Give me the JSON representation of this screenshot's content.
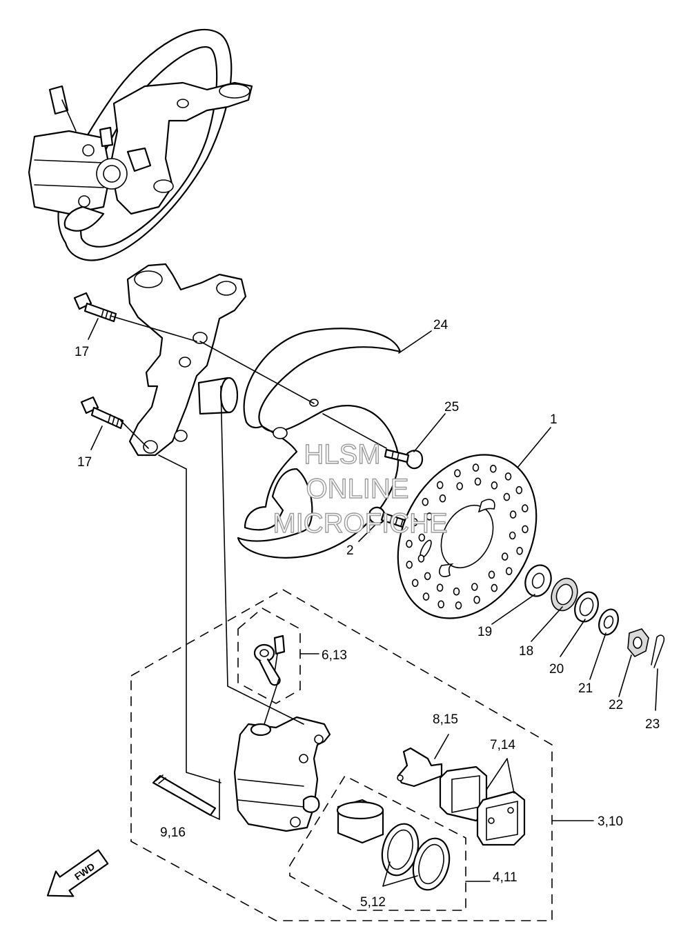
{
  "labels": {
    "p1": "1",
    "p2": "2",
    "p3_10": "3,10",
    "p4_11": "4,11",
    "p5_12": "5,12",
    "p6_13": "6,13",
    "p7_14": "7,14",
    "p8_15": "8,15",
    "p9_16": "9,16",
    "p17a": "17",
    "p17b": "17",
    "p18": "18",
    "p19": "19",
    "p20": "20",
    "p21": "21",
    "p22": "22",
    "p23": "23",
    "p24": "24",
    "p25": "25"
  },
  "watermark": {
    "line1": "HLSM",
    "line2": "ONLINE",
    "line3": "MICROFICHE"
  },
  "fwd_arrow": {
    "text": "FWD",
    "icon": "fwd-arrow-icon"
  }
}
